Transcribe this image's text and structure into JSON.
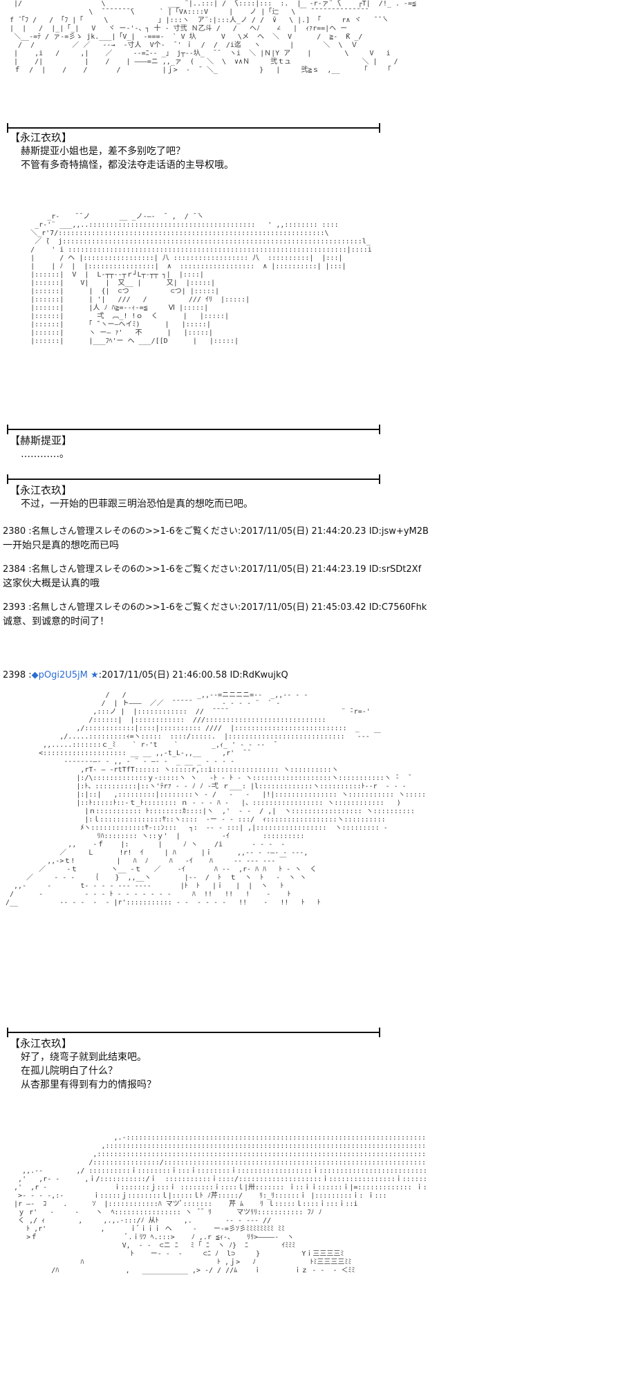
{
  "dialog_1": {
    "speaker": "【永江衣玖】",
    "lines": [
      "赫斯提亚小姐也是，差不多别吃了吧？",
      "不管有多奇特搞怪，都没法夺走话语的主导权哦。"
    ]
  },
  "dialog_2": {
    "speaker": "【赫斯提亚】",
    "lines": [
      "…………。"
    ]
  },
  "dialog_3": {
    "speaker": "【永江衣玖】",
    "lines": [
      "不过，一开始的巴菲跟三明治恐怕是真的想吃而已吧。"
    ]
  },
  "posts": [
    {
      "num": "2380",
      "name": "名無しさん管理スレその6の>>1-6をご覧ください",
      "date": "2017/11/05(日) 21:44:20.23",
      "id": "ID:jsw+yM2B",
      "body": "一开始只是真的想吃而已吗"
    },
    {
      "num": "2384",
      "name": "名無しさん管理スレその6の>>1-6をご覧ください",
      "date": "2017/11/05(日) 21:44:23.19",
      "id": "ID:srSDt2Xf",
      "body": "这家伙大概是认真的哦"
    },
    {
      "num": "2393",
      "name": "名無しさん管理スレその6の>>1-6をご覧ください",
      "date": "2017/11/05(日) 21:45:03.42",
      "id": "ID:C7560Fhk",
      "body": "诚意、到诚意的时间了！"
    }
  ],
  "author_post": {
    "num": "2398",
    "trip": "◆pOgi2U5jM",
    "star": "★",
    "date": "2017/11/05(日) 21:46:00.58",
    "id": "ID:RdKwujkQ"
  },
  "dialog_4": {
    "speaker": "【永江衣玖】",
    "lines": [
      "好了，绕弯子就到此结束吧。",
      "在孤儿院明白了什么？",
      "从杏那里有得到有力的情报吗？"
    ]
  },
  "colors": {
    "text": "#111111",
    "art": "#333333",
    "trip_link": "#2b6cd4",
    "background": "#ffffff"
  }
}
